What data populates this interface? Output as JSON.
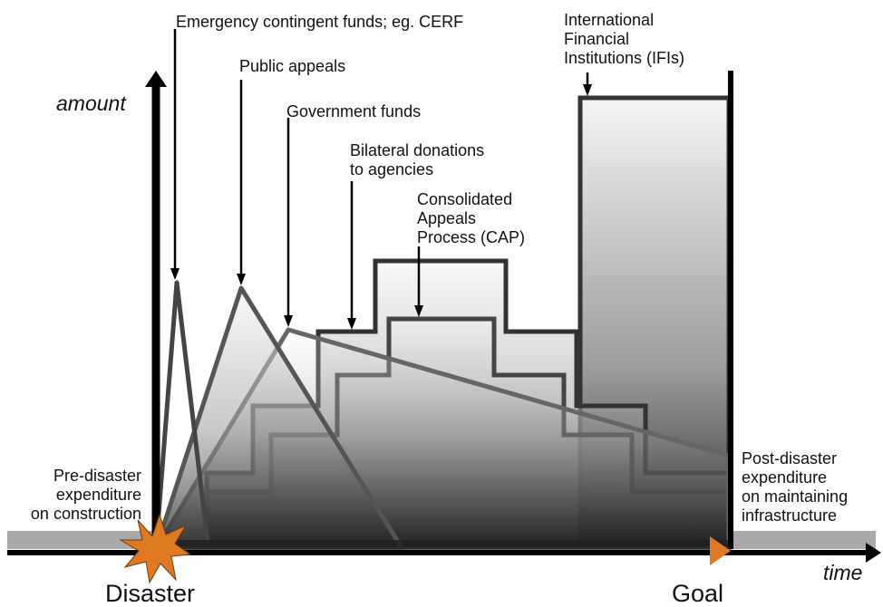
{
  "axes": {
    "y_label": "amount",
    "x_label": "time"
  },
  "markers": {
    "start": "Disaster",
    "end": "Goal"
  },
  "labels": {
    "cerf": "Emergency contingent funds; eg. CERF",
    "public_appeals": "Public appeals",
    "government_funds": "Government funds",
    "bilateral": "Bilateral donations\nto agencies",
    "cap": "Consolidated\nAppeals\nProcess (CAP)",
    "ifis": "International\nFinancial\nInstitutions (IFIs)",
    "pre_disaster": "Pre-disaster\nexpenditure\non construction",
    "post_disaster": "Post-disaster\nexpenditure\non maintaining\ninfrastructure"
  },
  "colors": {
    "line_dark": "#333333",
    "line_mid": "#555555",
    "line_light": "#666666",
    "baseline_band": "#a9a9a9",
    "burst": "#e07a22",
    "goal_arrow": "#e07a22"
  }
}
